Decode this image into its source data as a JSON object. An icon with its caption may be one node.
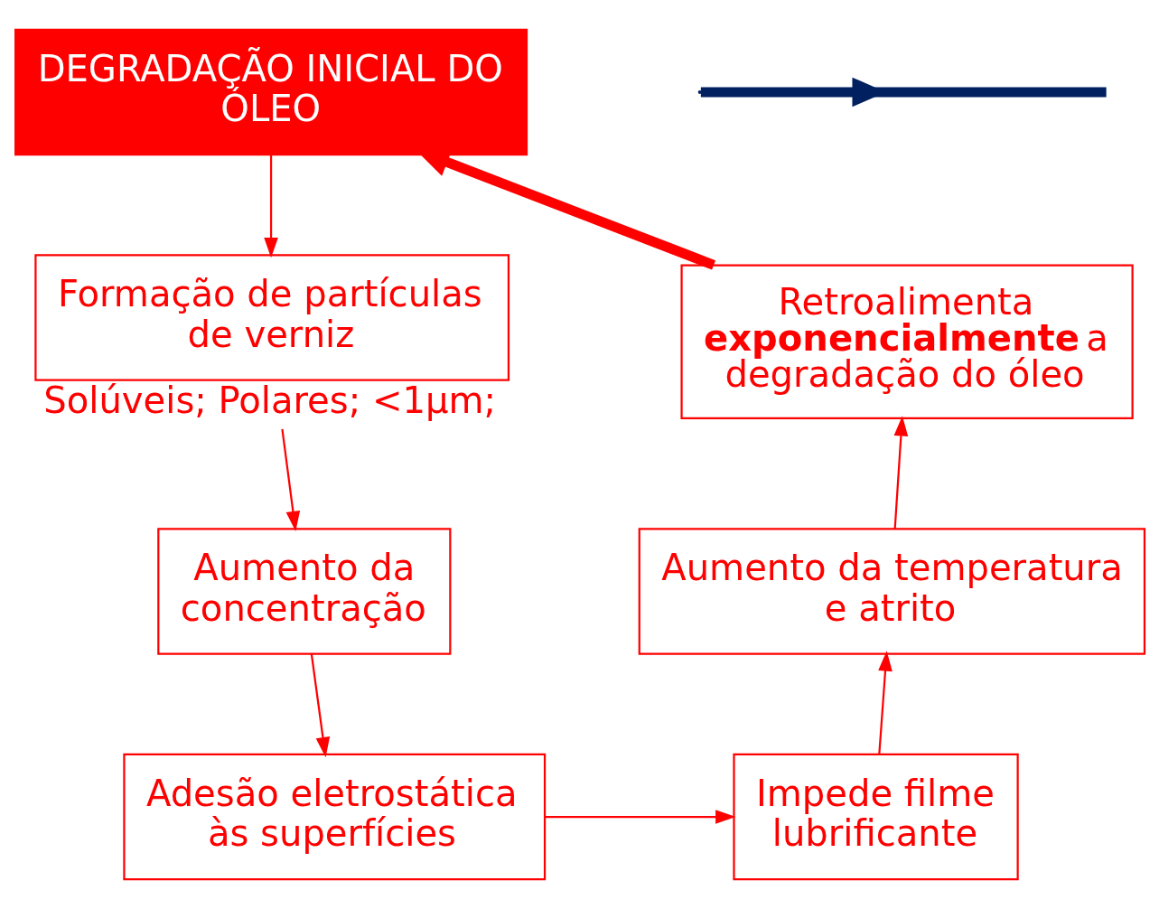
{
  "diagram": {
    "nodes": [
      {
        "text": [
          "DEGRADAÇÃO INICIAL DO ÓLEO"
        ]
      },
      {
        "text": [
          "Formação de partículas de verniz"
        ],
        "beside": [
          "Solúveis; Polares; <1µm;"
        ]
      },
      {
        "text": [
          "Aumento da concentração"
        ]
      },
      {
        "text": [
          "Adesão eletrostática às superfícies"
        ]
      },
      {
        "text": [
          "Impede filme lubrificante"
        ]
      },
      {
        "text": [
          "Aumento da temperatura e atrito"
        ]
      },
      {
        "text": [
          "Retroalimenta **exponencialmente** a degradação do óleo"
        ]
      },
      {
        "text": [],
        "shape": "bar"
      }
    ],
    "edges": [
      {
        "from": 0,
        "to": 1,
        "arrow": "to"
      },
      {
        "from": 1,
        "to": 2,
        "arrow": "to"
      },
      {
        "from": 2,
        "to": 3,
        "arrow": "to"
      },
      {
        "from": 3,
        "to": 4,
        "arrow": "to"
      },
      {
        "from": 4,
        "to": 5,
        "arrow": "to"
      },
      {
        "from": 5,
        "to": 6,
        "arrow": "to"
      },
      {
        "from": 6,
        "to": 0,
        "arrow": "to",
        "style": "thick"
      },
      {
        "from": null,
        "to": 7,
        "arrow": "to",
        "style": "thick",
        "color": "#002060"
      }
    ]
  }
}
